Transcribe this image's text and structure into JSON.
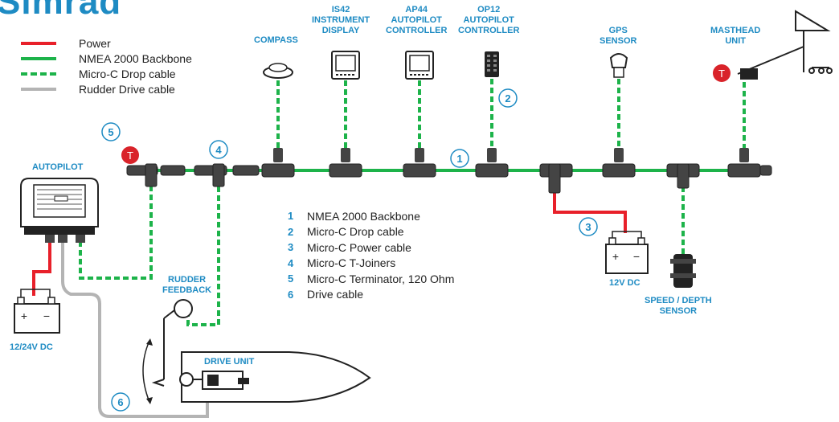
{
  "title": "Simrad",
  "legend": [
    {
      "label": "Power",
      "color": "#e8202a",
      "style": "solid"
    },
    {
      "label": "NMEA 2000 Backbone",
      "color": "#1db34a",
      "style": "solid"
    },
    {
      "label": "Micro-C Drop cable",
      "color": "#1db34a",
      "style": "dashed"
    },
    {
      "label": "Rudder Drive cable",
      "color": "#b4b4b4",
      "style": "solid"
    }
  ],
  "devices": {
    "compass": "COMPASS",
    "is42": [
      "IS42",
      "INSTRUMENT",
      "DISPLAY"
    ],
    "ap44": [
      "AP44",
      "AUTOPILOT",
      "CONTROLLER"
    ],
    "op12": [
      "OP12",
      "AUTOPILOT",
      "CONTROLLER"
    ],
    "gps": [
      "GPS",
      "SENSOR"
    ],
    "masthead": [
      "MASTHEAD",
      "UNIT"
    ],
    "autopilot": "AUTOPILOT",
    "rudder": [
      "RUDDER",
      "FEEDBACK"
    ],
    "drive": "DRIVE UNIT",
    "battery_main": "12/24V DC",
    "battery_12v": "12V DC",
    "speed_depth": [
      "SPEED / DEPTH",
      "SENSOR"
    ]
  },
  "terminator_symbol": "T",
  "callouts": [
    "1",
    "2",
    "3",
    "4",
    "5",
    "6"
  ],
  "key": [
    {
      "num": "1",
      "text": "NMEA 2000 Backbone"
    },
    {
      "num": "2",
      "text": "Micro-C Drop cable"
    },
    {
      "num": "3",
      "text": "Micro-C Power cable"
    },
    {
      "num": "4",
      "text": "Micro-C T-Joiners"
    },
    {
      "num": "5",
      "text": "Micro-C Terminator, 120 Ohm"
    },
    {
      "num": "6",
      "text": "Drive cable"
    }
  ],
  "battery_signs": {
    "plus": "+",
    "minus": "−"
  },
  "colors": {
    "accent": "#1e8bc3",
    "power": "#e8202a",
    "backbone": "#1db34a",
    "drive": "#b4b4b4",
    "terminator": "#d9232a"
  }
}
